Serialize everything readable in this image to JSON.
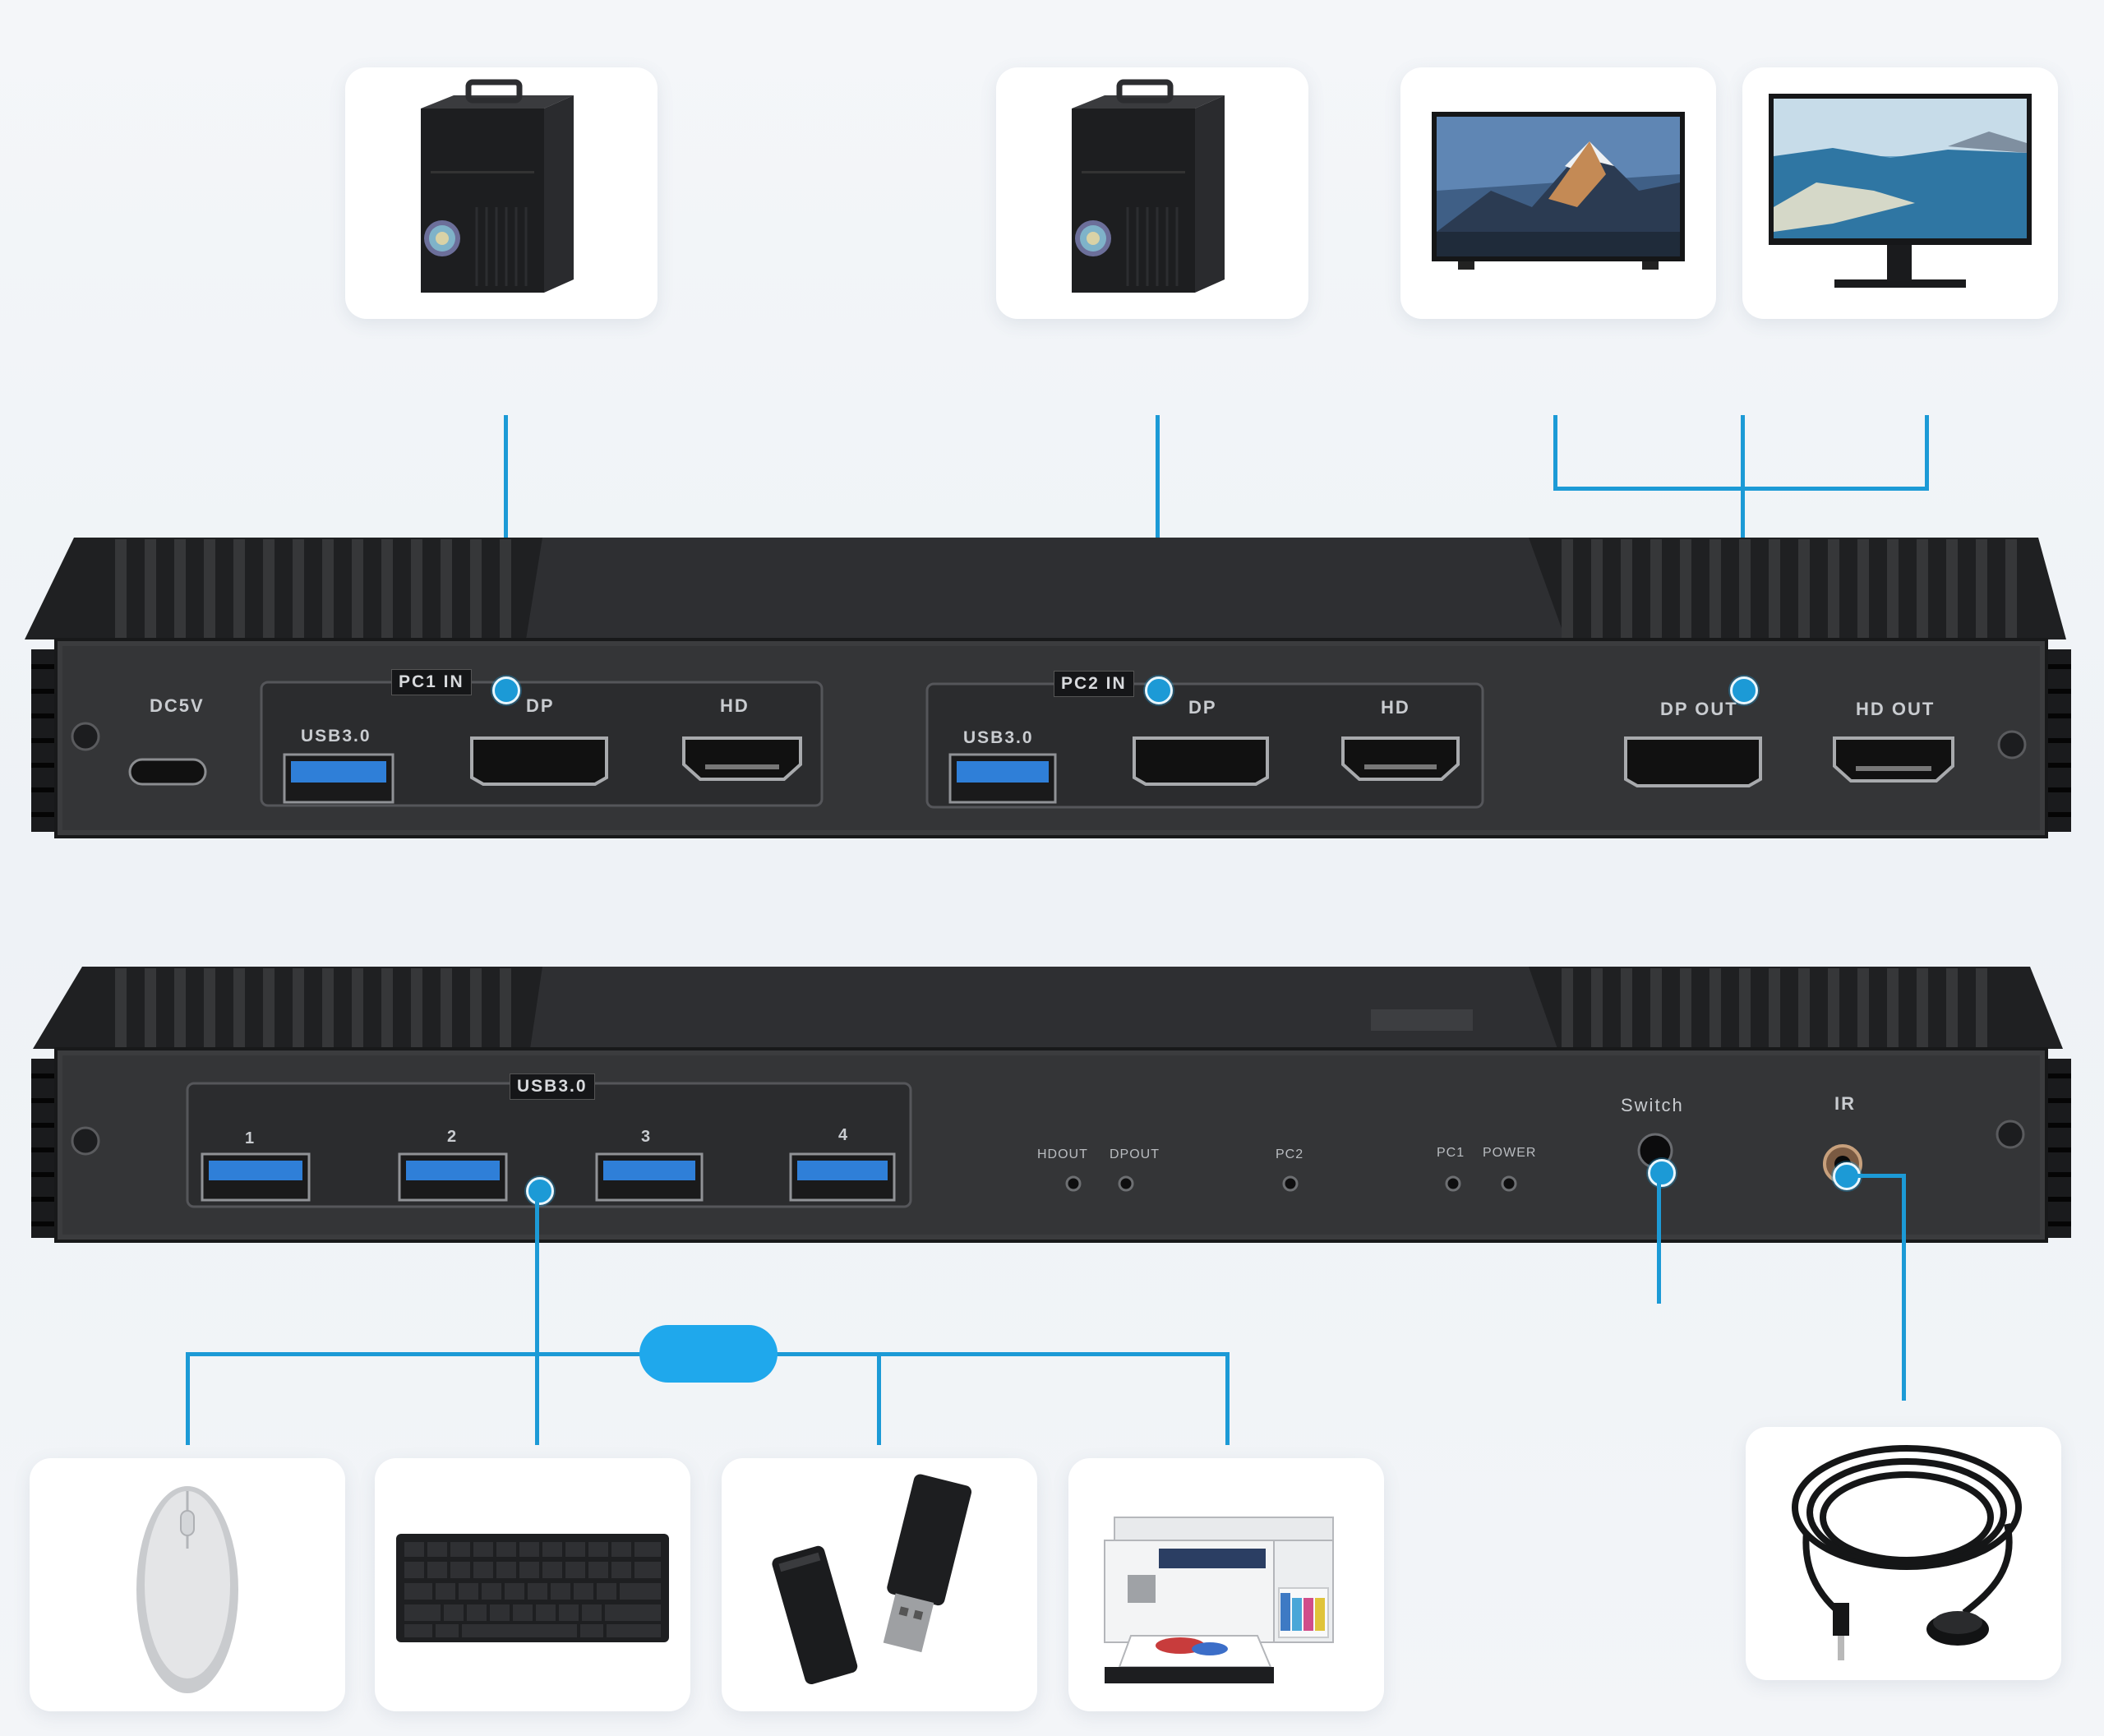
{
  "top_panel": {
    "power_label": "DC5V",
    "pc1_tag": "PC1 IN",
    "pc2_tag": "PC2 IN",
    "pc1_usb": "USB3.0",
    "pc1_dp": "DP",
    "pc1_hd": "HD",
    "pc2_usb": "USB3.0",
    "pc2_dp": "DP",
    "pc2_hd": "HD",
    "dp_out": "DP OUT",
    "hd_out": "HD OUT"
  },
  "bottom_panel": {
    "usb_tag": "USB3.0",
    "usb_ports": [
      "1",
      "2",
      "3",
      "4"
    ],
    "leds": [
      "HDOUT",
      "DPOUT",
      "PC2",
      "PC1",
      "POWER"
    ],
    "switch_label": "Switch",
    "ir_label": "IR"
  },
  "devices_top": [
    "pc-tower",
    "pc-tower",
    "tv",
    "monitor"
  ],
  "devices_bottom": [
    "mouse",
    "keyboard",
    "usb-flash-drive",
    "printer",
    "ir-receiver-cable"
  ],
  "colors": {
    "accent_line": "#1c9ad6",
    "pill": "#1fa8ec",
    "chassis": "#2a2b2d",
    "usb_blue": "#2f7fd8"
  }
}
